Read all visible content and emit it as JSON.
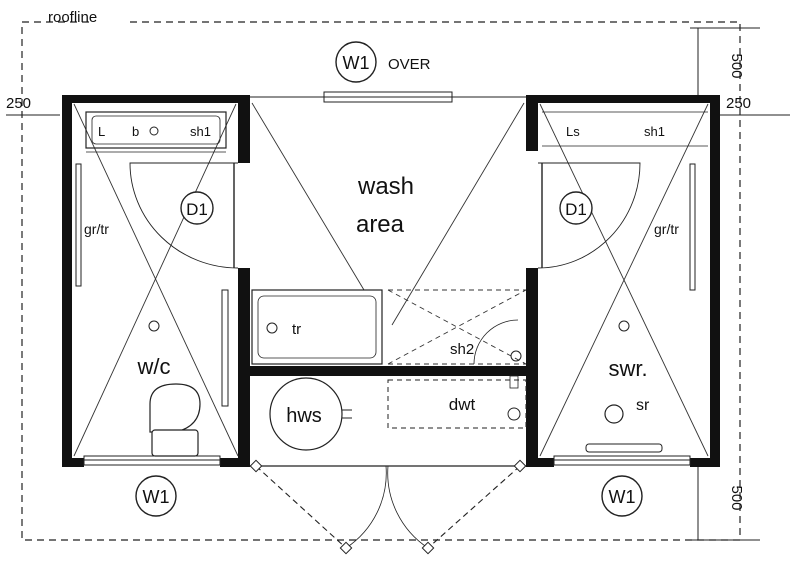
{
  "labels": {
    "roofline": "roofline",
    "dim_top": "500",
    "dim_bottom": "500",
    "dim_left": "250",
    "dim_right": "250",
    "w1_top_tag": "W1",
    "w1_top_note": "OVER",
    "wash_area_line1": "wash",
    "wash_area_line2": "area",
    "left_door": "D1",
    "right_door": "D1",
    "left_rail": "gr/tr",
    "right_rail": "gr/tr",
    "wc": "w/c",
    "swr": "swr.",
    "sr": "sr",
    "tr": "tr",
    "sh2": "sh2",
    "hws": "hws",
    "dwt": "dwt",
    "w1_bottom_left": "W1",
    "w1_bottom_right": "W1",
    "left_shelf_b": "b",
    "left_shelf_sh1": "sh1",
    "left_shelf_L": "L",
    "right_shelf_Ls": "Ls",
    "right_shelf_sh1": "sh1"
  }
}
